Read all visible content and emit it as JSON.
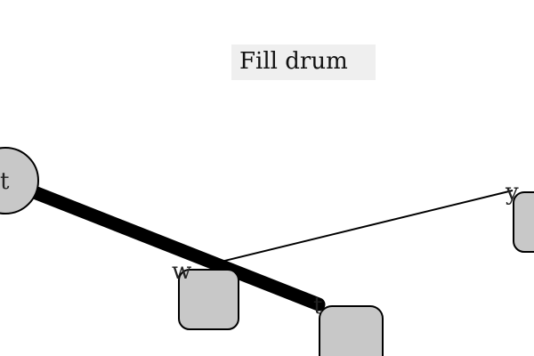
{
  "caption": "Fill drum",
  "colors": {
    "node_fill": "#c8c8c8",
    "node_stroke": "#000000",
    "edge": "#000000",
    "caption_bg": "#efefef"
  },
  "nodes": [
    {
      "id": "t1",
      "label": "t",
      "shape": "circle"
    },
    {
      "id": "w",
      "label": "w",
      "shape": "rounded-rect"
    },
    {
      "id": "t2",
      "label": "t",
      "shape": "rounded-rect"
    },
    {
      "id": "y",
      "label": "y",
      "shape": "rounded-rect"
    }
  ],
  "edges": [
    {
      "from": "t1",
      "to": "t2",
      "weight": "heavy"
    },
    {
      "from": "w",
      "to": "y",
      "weight": "thin"
    }
  ]
}
